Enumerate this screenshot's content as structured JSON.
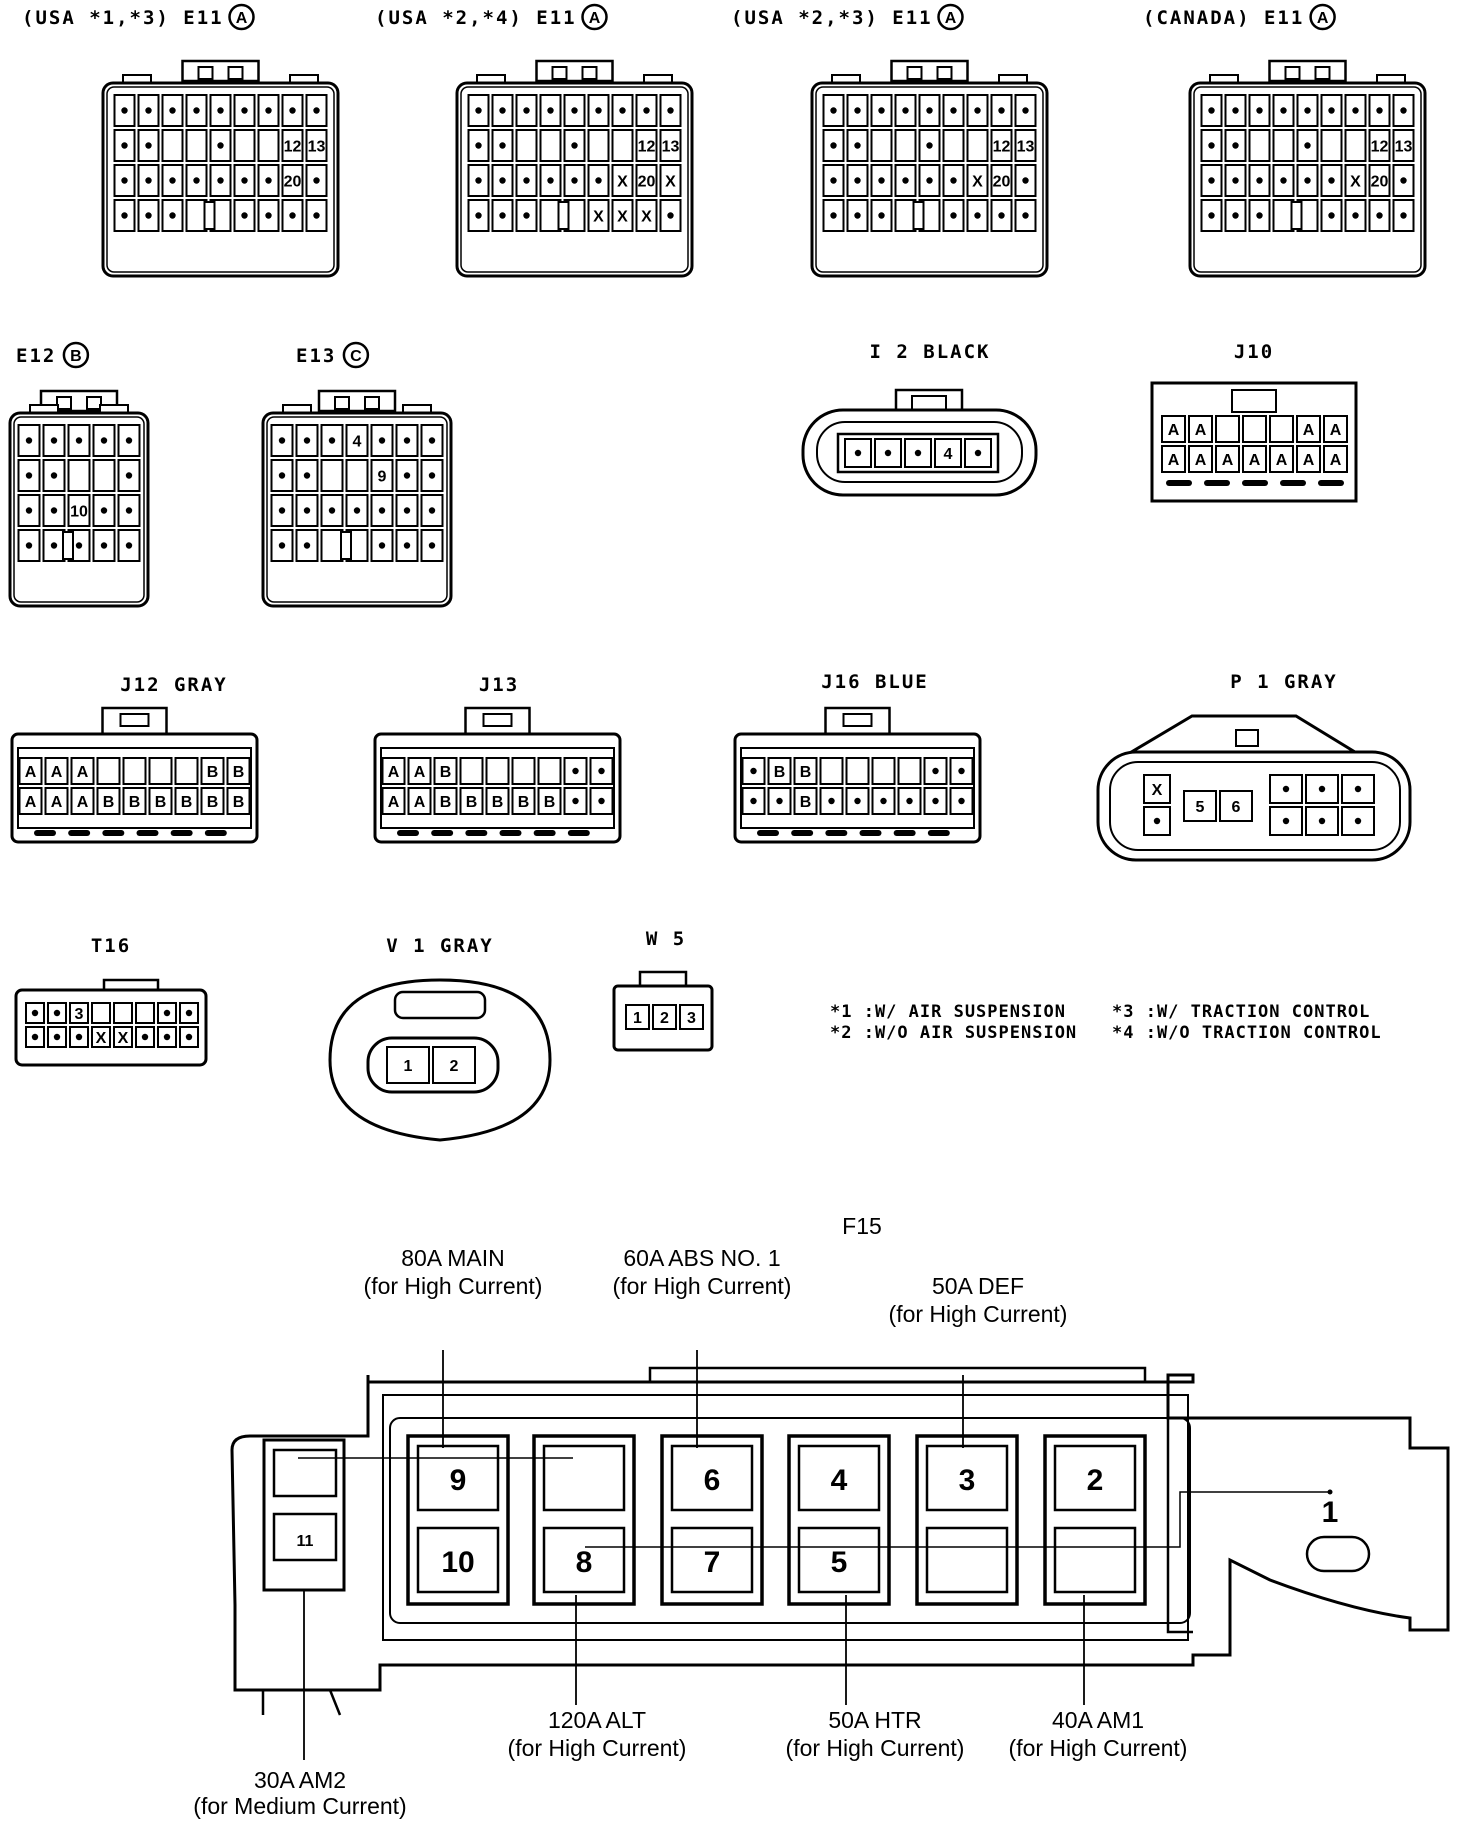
{
  "connectors": [
    {
      "id": "e11-usa13",
      "title": "(USA *1,*3) E11",
      "badge": "A",
      "rows": [
        [
          "•",
          "•",
          "•",
          "•",
          "•",
          "•",
          "•",
          "•",
          "•"
        ],
        [
          "•",
          "•",
          "",
          "",
          "•",
          "",
          "",
          "12",
          "13"
        ],
        [
          "•",
          "•",
          "•",
          "•",
          "•",
          "•",
          "•",
          "20",
          "•"
        ],
        [
          "•",
          "•",
          "•",
          "",
          "",
          "•",
          "•",
          "•",
          "•"
        ]
      ]
    },
    {
      "id": "e11-usa24",
      "title": "(USA *2,*4) E11",
      "badge": "A",
      "rows": [
        [
          "•",
          "•",
          "•",
          "•",
          "•",
          "•",
          "•",
          "•",
          "•"
        ],
        [
          "•",
          "•",
          "",
          "",
          "•",
          "",
          "",
          "12",
          "13"
        ],
        [
          "•",
          "•",
          "•",
          "•",
          "•",
          "•",
          "X",
          "20",
          "X"
        ],
        [
          "•",
          "•",
          "•",
          "",
          "",
          "X",
          "X",
          "X",
          "•"
        ]
      ]
    },
    {
      "id": "e11-usa23",
      "title": "(USA *2,*3) E11",
      "badge": "A",
      "rows": [
        [
          "•",
          "•",
          "•",
          "•",
          "•",
          "•",
          "•",
          "•",
          "•"
        ],
        [
          "•",
          "•",
          "",
          "",
          "•",
          "",
          "",
          "12",
          "13"
        ],
        [
          "•",
          "•",
          "•",
          "•",
          "•",
          "•",
          "X",
          "20",
          "•"
        ],
        [
          "•",
          "•",
          "•",
          "",
          "",
          "•",
          "•",
          "•",
          "•"
        ]
      ]
    },
    {
      "id": "e11-canada",
      "title": "(CANADA) E11",
      "badge": "A",
      "rows": [
        [
          "•",
          "•",
          "•",
          "•",
          "•",
          "•",
          "•",
          "•",
          "•"
        ],
        [
          "•",
          "•",
          "",
          "",
          "•",
          "",
          "",
          "12",
          "13"
        ],
        [
          "•",
          "•",
          "•",
          "•",
          "•",
          "•",
          "X",
          "20",
          "•"
        ],
        [
          "•",
          "•",
          "•",
          "",
          "",
          "•",
          "•",
          "•",
          "•"
        ]
      ]
    },
    {
      "id": "e12",
      "title": "E12",
      "badge": "B",
      "rows": [
        [
          "•",
          "•",
          "•",
          "•",
          "•"
        ],
        [
          "•",
          "•",
          "",
          "",
          "•"
        ],
        [
          "•",
          "•",
          "10",
          "•",
          "•"
        ],
        [
          "•",
          "•",
          "•",
          "•",
          "•"
        ]
      ]
    },
    {
      "id": "e13",
      "title": "E13",
      "badge": "C",
      "rows": [
        [
          "•",
          "•",
          "•",
          "4",
          "•",
          "•",
          "•"
        ],
        [
          "•",
          "•",
          "",
          "",
          "9",
          "•",
          "•"
        ],
        [
          "•",
          "•",
          "•",
          "•",
          "•",
          "•",
          "•"
        ],
        [
          "•",
          "•",
          "",
          "",
          "•",
          "•",
          "•"
        ]
      ]
    },
    {
      "id": "i2",
      "title": "I 2  BLACK",
      "rows": [
        [
          "•",
          "•",
          "•",
          "4",
          "•"
        ]
      ]
    },
    {
      "id": "j10",
      "title": "J10",
      "rows": [
        [
          "A",
          "A",
          "",
          "",
          "",
          "A",
          "A"
        ],
        [
          "A",
          "A",
          "A",
          "A",
          "A",
          "A",
          "A"
        ]
      ]
    },
    {
      "id": "j12",
      "title": "J12  GRAY",
      "rows": [
        [
          "A",
          "A",
          "A",
          "",
          "",
          "",
          "",
          "B",
          "B"
        ],
        [
          "A",
          "A",
          "A",
          "B",
          "B",
          "B",
          "B",
          "B",
          "B"
        ]
      ]
    },
    {
      "id": "j13",
      "title": "J13",
      "rows": [
        [
          "A",
          "A",
          "B",
          "",
          "",
          "",
          "",
          "•",
          "•"
        ],
        [
          "A",
          "A",
          "B",
          "B",
          "B",
          "B",
          "B",
          "•",
          "•"
        ]
      ]
    },
    {
      "id": "j16",
      "title": "J16  BLUE",
      "rows": [
        [
          "•",
          "B",
          "B",
          "",
          "",
          "",
          "",
          "•",
          "•"
        ],
        [
          "•",
          "•",
          "B",
          "•",
          "•",
          "•",
          "•",
          "•",
          "•"
        ]
      ]
    },
    {
      "id": "p1",
      "title": "P 1  GRAY",
      "left": [
        [
          "X"
        ],
        [
          "•"
        ]
      ],
      "mid": [
        "5",
        "6"
      ],
      "right": [
        [
          "•",
          "•",
          "•"
        ],
        [
          "•",
          "•",
          "•"
        ]
      ]
    },
    {
      "id": "t16",
      "title": "T16",
      "rows": [
        [
          "•",
          "•",
          "3",
          "",
          "",
          "",
          "•",
          "•"
        ],
        [
          "•",
          "•",
          "•",
          "X",
          "X",
          "•",
          "•",
          "•"
        ]
      ]
    },
    {
      "id": "v1",
      "title": "V 1  GRAY",
      "rows": [
        [
          "1",
          "2"
        ]
      ]
    },
    {
      "id": "w5",
      "title": "W 5",
      "rows": [
        [
          "1",
          "2",
          "3"
        ]
      ]
    }
  ],
  "notes": [
    {
      "key": "*1",
      "text": ":W/ AIR SUSPENSION"
    },
    {
      "key": "*3",
      "text": ":W/ TRACTION CONTROL"
    },
    {
      "key": "*2",
      "text": ":W/O AIR SUSPENSION"
    },
    {
      "key": "*4",
      "text": ":W/O TRACTION CONTROL"
    }
  ],
  "fuse_box": {
    "title": "F15",
    "terminal_1": "1",
    "slots_top": [
      "9",
      "",
      "6",
      "4",
      "3",
      "2"
    ],
    "slots_bottom": [
      "10",
      "8",
      "7",
      "5",
      "",
      ""
    ],
    "small_top": "",
    "small_bottom": "11",
    "labels": [
      {
        "name": "80A MAIN",
        "sub": "(for High Current)"
      },
      {
        "name": "60A ABS NO. 1",
        "sub": "(for High Current)"
      },
      {
        "name": "50A DEF",
        "sub": "(for High Current)"
      },
      {
        "name": "120A ALT",
        "sub": "(for High Current)"
      },
      {
        "name": "50A HTR",
        "sub": "(for High Current)"
      },
      {
        "name": "40A AM1",
        "sub": "(for High Current)"
      },
      {
        "name": "30A AM2",
        "sub": "(for Medium Current)"
      }
    ]
  }
}
